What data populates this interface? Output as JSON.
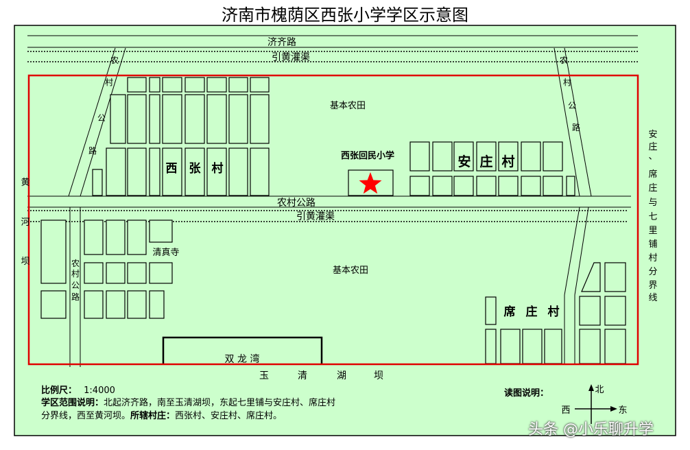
{
  "title": "济南市槐荫区西张小学学区示意图",
  "colors": {
    "background": "#ccffcc",
    "boundary": "#e00000",
    "star": "#ff0000",
    "block_fill": "#ccffcc",
    "block_stroke": "#000000"
  },
  "roads": {
    "north_road": "济齐路",
    "canal_north": "引黄灌渠",
    "village_road": "农村公路",
    "canal_south": "引黄灌渠",
    "west_road_top": [
      "农",
      "村",
      "公",
      "路"
    ],
    "west_road_bottom": [
      "农",
      "村",
      "公",
      "路"
    ],
    "east_road": [
      "农",
      "村",
      "公",
      "路"
    ],
    "south_dam": [
      "玉",
      "清",
      "湖",
      "坝"
    ],
    "west_dam": [
      "黄",
      "河",
      "坝"
    ]
  },
  "places": {
    "farmland_north": "基本农田",
    "farmland_south": "基本农田",
    "school": "西张回民小学",
    "xizhang": [
      "西",
      "张",
      "村"
    ],
    "anzhuang": [
      "安",
      "庄",
      "村"
    ],
    "xizhuang": [
      "席",
      "庄",
      "村"
    ],
    "mosque": "清真寺",
    "shuanglong": "双 龙 湾",
    "east_boundary_note": [
      "安",
      "庄",
      "、",
      "席",
      "庄",
      "与",
      "七",
      "里",
      "铺",
      "村",
      "分",
      "界",
      "线"
    ]
  },
  "legend": {
    "scale_label": "比例尺：",
    "scale_value": "1:4000",
    "range_label": "学区范围说明：",
    "range_text_1": "北起济齐路，南至玉清湖坝，东起七里铺与安庄村、席庄村",
    "range_text_2": "分界线，西至黄河坝。",
    "villages_label": "所辖村庄：",
    "villages_text": "西张村、安庄村、席庄村。",
    "reading_label": "读图说明："
  },
  "compass": {
    "north": "北",
    "south": "西",
    "east": "东"
  },
  "watermark": "头条 @小乐聊升学"
}
